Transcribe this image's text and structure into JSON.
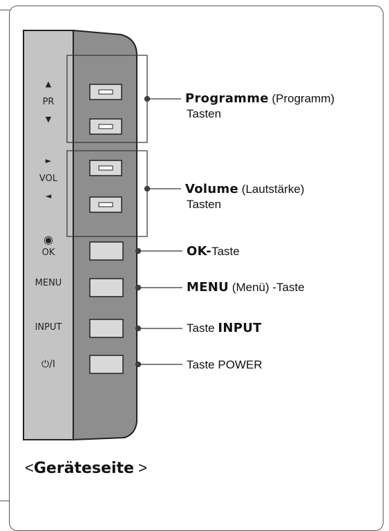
{
  "side_labels": {
    "up_arrow": "▲",
    "pr": "PR",
    "down_arrow": "▼",
    "right_arrow": "►",
    "vol": "VOL",
    "left_arrow": "◄",
    "ok_symbol": "◉",
    "ok": "OK",
    "menu": "MENU",
    "input": "INPUT",
    "power": "⏻/I"
  },
  "descriptions": {
    "programme_bold": "Programme",
    "programme_rest": " (Programm)",
    "programme_line2": "Tasten",
    "volume_bold": "Volume",
    "volume_rest": " (Lautstärke)",
    "volume_line2": "Tasten",
    "ok_bold": "OK-",
    "ok_rest": "Taste",
    "menu_bold": "MENU",
    "menu_rest": " (Menü)  -Taste",
    "input_pre": "Taste ",
    "input_bold": "INPUT",
    "power": "Taste POWER"
  },
  "caption": {
    "open": "<",
    "bold": "Geräteseite",
    "close": " >"
  },
  "colors": {
    "panel_light": "#c4c4c4",
    "panel_dark": "#8e8e8e",
    "button_face": "#d9d9d9",
    "line": "#333333"
  }
}
